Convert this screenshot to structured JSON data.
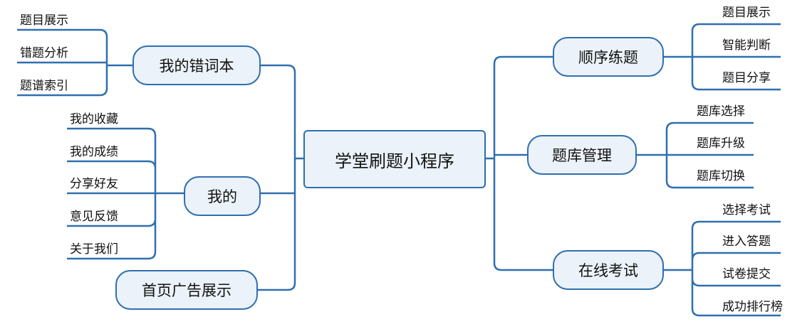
{
  "colors": {
    "line": "#2f6fae",
    "node_fill": "#ebf2f9",
    "text": "#111111"
  },
  "root": {
    "label": "学堂刷题小程序"
  },
  "left": [
    {
      "label": "我的错词本",
      "children": [
        "题目展示",
        "错题分析",
        "题谱索引"
      ]
    },
    {
      "label": "我的",
      "children": [
        "我的收藏",
        "我的成绩",
        "分享好友",
        "意见反馈",
        "关于我们"
      ]
    },
    {
      "label": "首页广告展示",
      "children": []
    }
  ],
  "right": [
    {
      "label": "顺序练题",
      "children": [
        "题目展示",
        "智能判断",
        "题目分享"
      ]
    },
    {
      "label": "题库管理",
      "children": [
        "题库选择",
        "题库升级",
        "题库切换"
      ]
    },
    {
      "label": "在线考试",
      "children": [
        "选择考试",
        "进入答题",
        "试卷提交",
        "成功排行榜"
      ]
    }
  ]
}
